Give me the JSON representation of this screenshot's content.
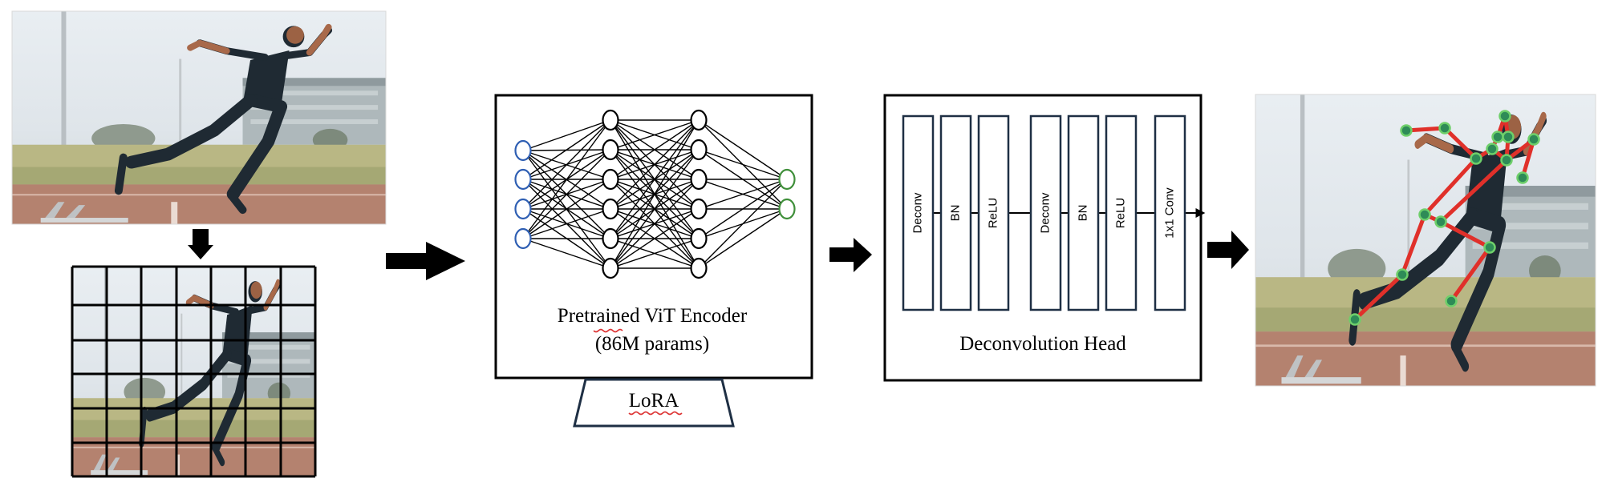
{
  "encoder": {
    "title": "Pretrained ViT Encoder",
    "params": "(86M params)",
    "adapter_label": "LoRA"
  },
  "head": {
    "title": "Deconvolution Head",
    "layers": [
      "Deconv",
      "BN",
      "ReLU",
      "Deconv",
      "BN",
      "ReLU",
      "1x1 Conv"
    ]
  },
  "colors": {
    "input_node": "#2f5fb3",
    "output_node": "#3f8f3a",
    "skeleton": "#e0302a",
    "keypoint_fill": "#2e8b57",
    "keypoint_ring": "#6ecf6a",
    "arrow": "#000000"
  },
  "icons": {
    "input_photo": "sprinter-photo-icon",
    "patch_photo": "sprinter-patches-icon",
    "output_photo": "sprinter-pose-icon"
  }
}
